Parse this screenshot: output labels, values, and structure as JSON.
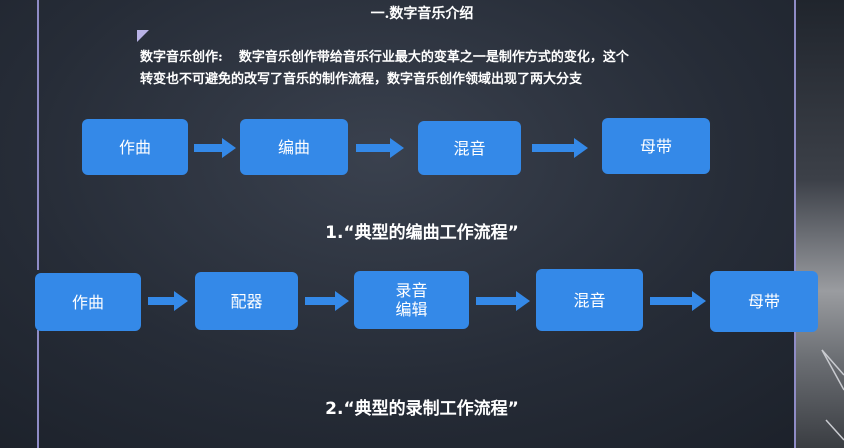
{
  "title": "一.数字音乐介绍",
  "intro": {
    "lead": "数字音乐创作:",
    "line1": "数字音乐创作带给音乐行业最大的变革之一是制作方式的变化，这个",
    "line2": "转变也不可避免的改写了音乐的制作流程，数字音乐创作领域出现了两大分支"
  },
  "flow1": {
    "steps": [
      "作曲",
      "编曲",
      "混音",
      "母带"
    ],
    "caption": "1.“典型的编曲工作流程”"
  },
  "flow2": {
    "steps": [
      "作曲",
      "配器",
      "录音",
      "编辑",
      "混音",
      "母带"
    ],
    "caption": "2.“典型的录制工作流程”"
  },
  "colors": {
    "box": "#3489e8",
    "arrow": "#3489e8",
    "accent_line": "#8f8cc6"
  }
}
